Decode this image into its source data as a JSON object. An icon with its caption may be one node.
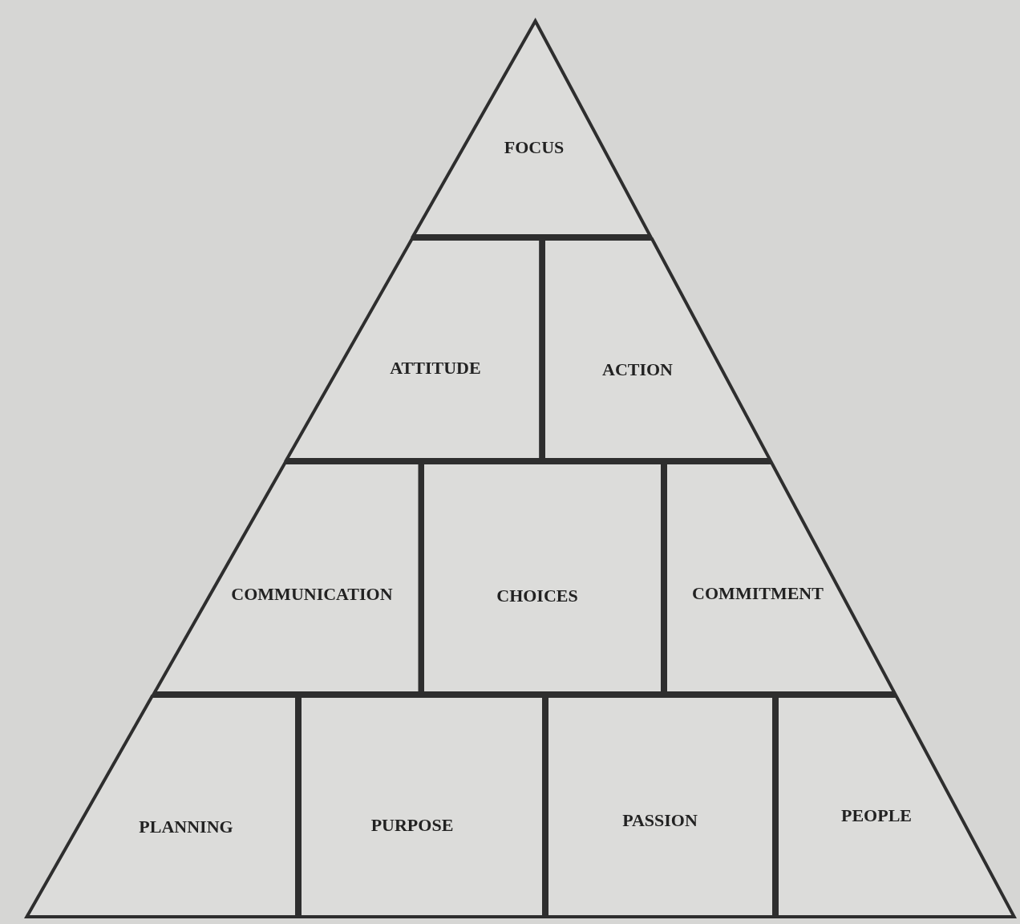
{
  "diagram": {
    "nodes": [
      {
        "text": [
          "FOCUS"
        ]
      },
      {
        "text": [
          "ATTITUDE"
        ]
      },
      {
        "text": [
          "ACTION"
        ]
      },
      {
        "text": [
          "COMMUNICATION"
        ]
      },
      {
        "text": [
          "CHOICES"
        ]
      },
      {
        "text": [
          "COMMITMENT"
        ]
      },
      {
        "text": [
          "PLANNING"
        ]
      },
      {
        "text": [
          "PURPOSE"
        ]
      },
      {
        "text": [
          "PASSION"
        ]
      },
      {
        "text": [
          "PEOPLE"
        ]
      }
    ]
  }
}
